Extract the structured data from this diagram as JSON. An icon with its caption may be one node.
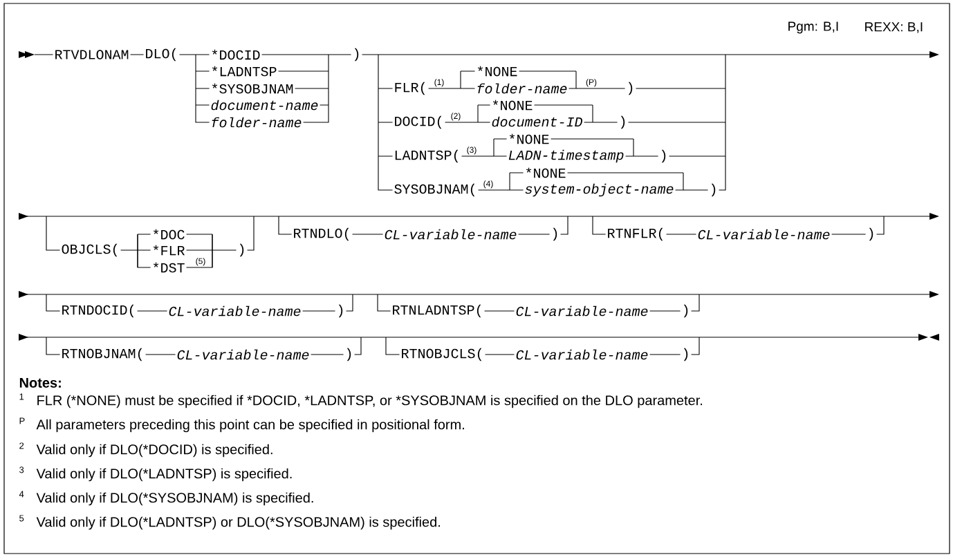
{
  "diagram": {
    "labels": [
      "Pgm: B,I",
      "REXX: B,I",
      "RTVDLONAM",
      "DLO(",
      "*DOCID",
      "*LADNTSP",
      "*SYSOBJNAM",
      "document-name",
      "folder-name",
      ")",
      "FLR(",
      "(1)",
      "*NONE",
      "folder-name",
      "(P)",
      ")",
      "DOCID(",
      "(2)",
      "*NONE",
      "document-ID",
      ")",
      "LADNTSP(",
      "(3)",
      "*NONE",
      "LADN-timestamp",
      ")",
      "SYSOBJNAM(",
      "(4)",
      "*NONE",
      "system-object-name",
      ")",
      "OBJCLS(",
      "*DOC",
      "*FLR",
      "*DST",
      "(5)",
      ")",
      "RTNDLO(",
      "CL-variable-name",
      ")",
      "RTNFLR(",
      "CL-variable-name",
      ")",
      "RTNDOCID(",
      "CL-variable-name",
      ")",
      "RTNLADNTSP(",
      "CL-variable-name",
      ")",
      "RTNOBJNAM(",
      "CL-variable-name",
      ")",
      "RTNOBJCLS(",
      "CL-variable-name",
      ")",
      "Notes:",
      "1",
      "FLR (*NONE) must be specified if *DOCID, *LADNTSP, or *SYSOBJNAM is specified on the DLO parameter.",
      "P",
      "All parameters preceding this point can be specified in positional form.",
      "2",
      "Valid only if DLO(*DOCID) is specified.",
      "3",
      "Valid only if DLO(*LADNTSP) is specified.",
      "4",
      "Valid only if DLO(*SYSOBJNAM) is specified.",
      "5",
      "Valid only if DLO(*LADNTSP) or DLO(*SYSOBJNAM) is specified."
    ]
  }
}
